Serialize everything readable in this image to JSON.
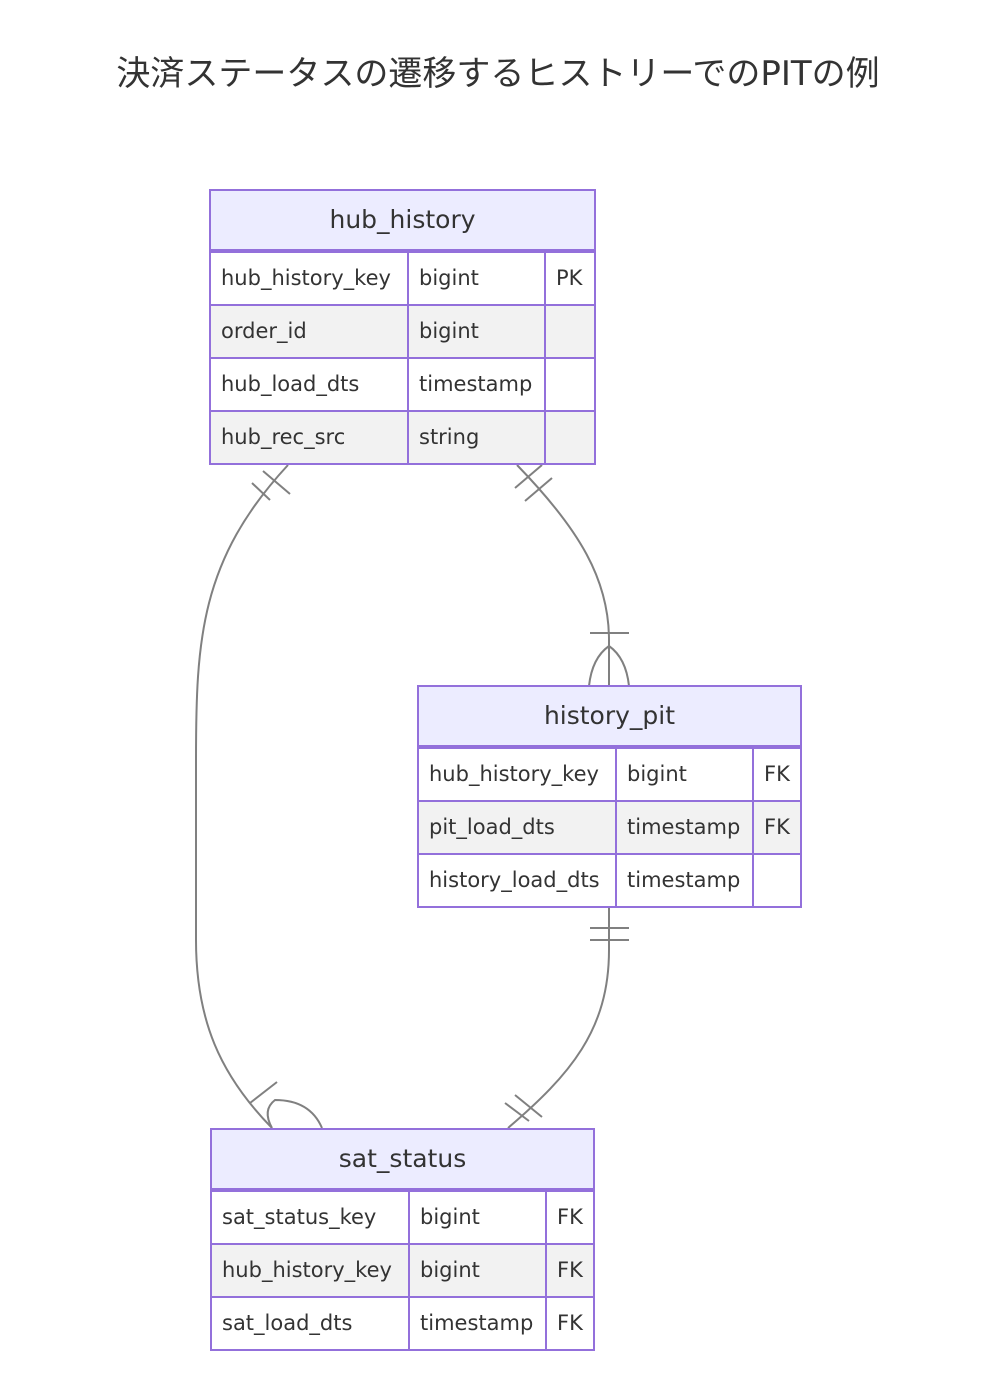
{
  "title": "決済ステータスの遷移するヒストリーでのPITの例",
  "colors": {
    "entity_border": "#9370DB",
    "entity_header_bg": "#ECECFF",
    "row_odd_bg": "#FFFFFF",
    "row_even_bg": "#F2F2F2",
    "edge": "#808080",
    "text": "#333333"
  },
  "entities": {
    "hub_history": {
      "name": "hub_history",
      "attributes": [
        {
          "name": "hub_history_key",
          "type": "bigint",
          "key": "PK"
        },
        {
          "name": "order_id",
          "type": "bigint",
          "key": ""
        },
        {
          "name": "hub_load_dts",
          "type": "timestamp",
          "key": ""
        },
        {
          "name": "hub_rec_src",
          "type": "string",
          "key": ""
        }
      ]
    },
    "history_pit": {
      "name": "history_pit",
      "attributes": [
        {
          "name": "hub_history_key",
          "type": "bigint",
          "key": "FK"
        },
        {
          "name": "pit_load_dts",
          "type": "timestamp",
          "key": "FK"
        },
        {
          "name": "history_load_dts",
          "type": "timestamp",
          "key": ""
        }
      ]
    },
    "sat_status": {
      "name": "sat_status",
      "attributes": [
        {
          "name": "sat_status_key",
          "type": "bigint",
          "key": "FK"
        },
        {
          "name": "hub_history_key",
          "type": "bigint",
          "key": "FK"
        },
        {
          "name": "sat_load_dts",
          "type": "timestamp",
          "key": "FK"
        }
      ]
    }
  },
  "relationships": [
    {
      "from": "hub_history",
      "to": "history_pit",
      "from_cardinality": "exactly-one",
      "to_cardinality": "one-or-more"
    },
    {
      "from": "hub_history",
      "to": "sat_status",
      "from_cardinality": "exactly-one",
      "to_cardinality": "one-or-more"
    },
    {
      "from": "history_pit",
      "to": "sat_status",
      "from_cardinality": "exactly-one",
      "to_cardinality": "exactly-one"
    }
  ]
}
